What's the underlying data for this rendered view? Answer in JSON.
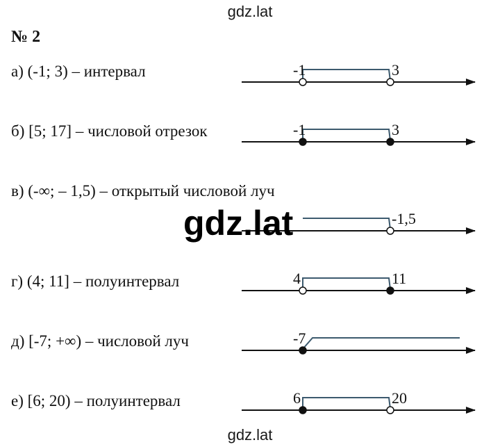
{
  "watermark": {
    "top": "gdz.lat",
    "center": "gdz.lat",
    "bottom": "gdz.lat"
  },
  "heading": "№ 2",
  "items": [
    {
      "label": "а) (-1; 3) – интервал",
      "left_value": "-1",
      "right_value": "3",
      "left_point": "open",
      "right_point": "open",
      "bracket": "segment"
    },
    {
      "label": "б) [5; 17] – числовой отрезок",
      "left_value": "-1",
      "right_value": "3",
      "left_point": "filled",
      "right_point": "filled",
      "bracket": "segment"
    },
    {
      "label": "в) (-∞; – 1,5) – открытый числовой луч",
      "left_value": "",
      "right_value": "-1,5",
      "left_point": "none",
      "right_point": "open",
      "bracket": "ray-left"
    },
    {
      "label": "г) (4; 11] – полуинтервал",
      "left_value": "4",
      "right_value": "11",
      "left_point": "open",
      "right_point": "filled",
      "bracket": "segment"
    },
    {
      "label": "д) [-7; +∞) – числовой луч",
      "left_value": "-7",
      "right_value": "",
      "left_point": "filled",
      "right_point": "none",
      "bracket": "ray-right"
    },
    {
      "label": "е) [6; 20) – полуинтервал",
      "left_value": "6",
      "right_value": "20",
      "left_point": "filled",
      "right_point": "open",
      "bracket": "segment"
    }
  ],
  "colors": {
    "axis": "#111111",
    "bracket": "#3c5a6e"
  }
}
